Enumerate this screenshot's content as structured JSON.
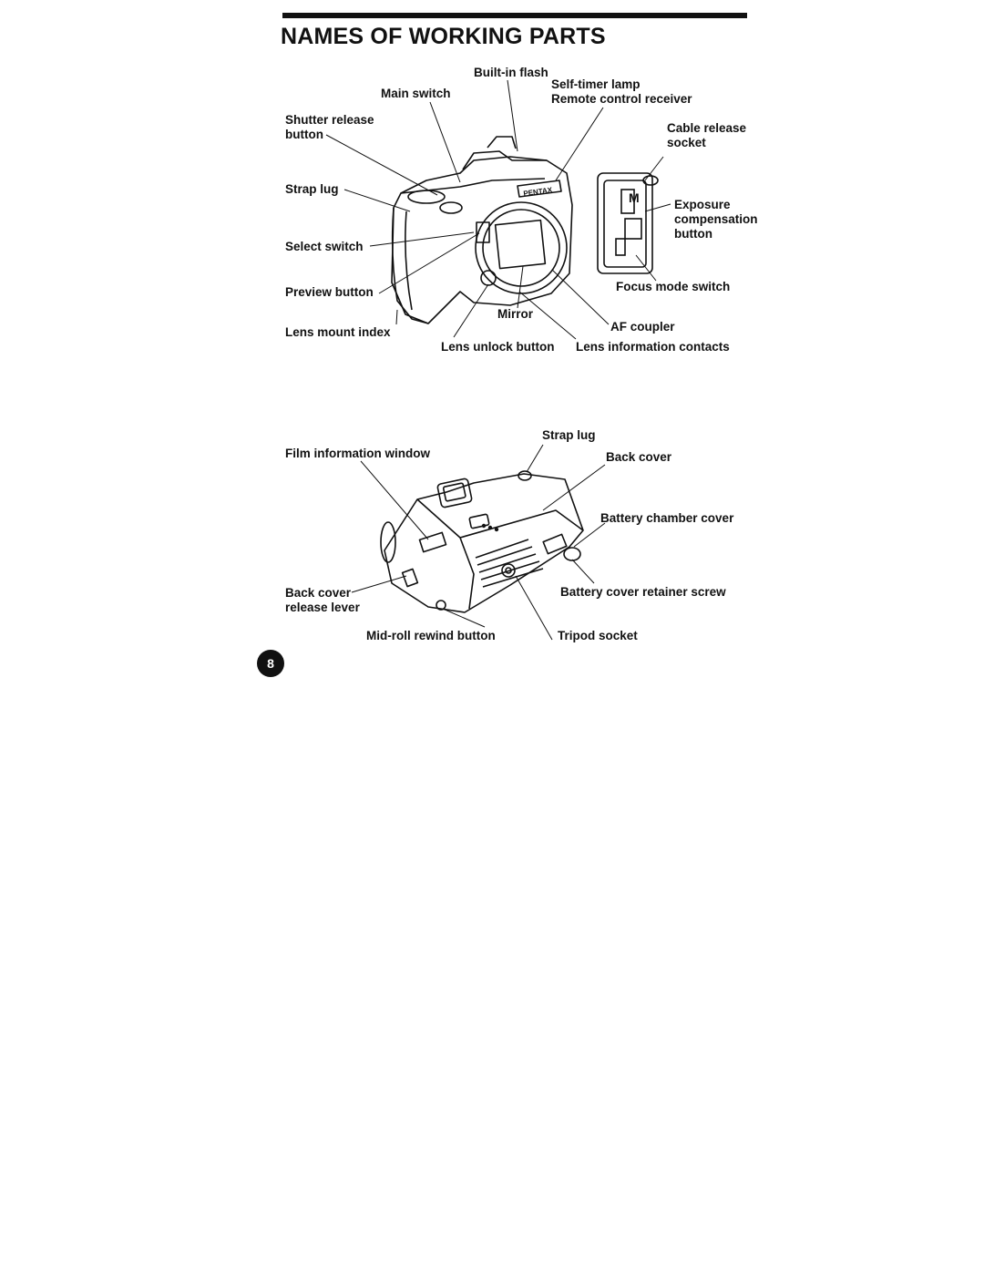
{
  "page": {
    "title": "NAMES OF WORKING PARTS",
    "number": "8"
  },
  "front_view": {
    "built_in_flash": "Built-in flash",
    "main_switch": "Main switch",
    "self_timer_lamp": "Self-timer lamp",
    "remote_control_receiver": "Remote control receiver",
    "shutter_release_1": "Shutter release",
    "shutter_release_2": "button",
    "cable_release_1": "Cable release",
    "cable_release_2": "socket",
    "strap_lug": "Strap lug",
    "exposure_1": "Exposure",
    "exposure_2": "compensation",
    "exposure_3": "button",
    "select_switch": "Select switch",
    "preview_button": "Preview button",
    "focus_mode_switch": "Focus mode switch",
    "mirror": "Mirror",
    "lens_mount_index": "Lens mount index",
    "af_coupler": "AF coupler",
    "lens_unlock_button": "Lens unlock button",
    "lens_information_contacts": "Lens information contacts",
    "brand_mark": "PENTAX"
  },
  "bottom_view": {
    "strap_lug": "Strap lug",
    "film_information_window": "Film information window",
    "back_cover": "Back cover",
    "battery_chamber_cover": "Battery chamber cover",
    "back_cover_release_1": "Back cover",
    "back_cover_release_2": "release lever",
    "battery_cover_retainer_screw": "Battery cover retainer screw",
    "mid_roll_rewind_button": "Mid-roll rewind button",
    "tripod_socket": "Tripod socket"
  }
}
